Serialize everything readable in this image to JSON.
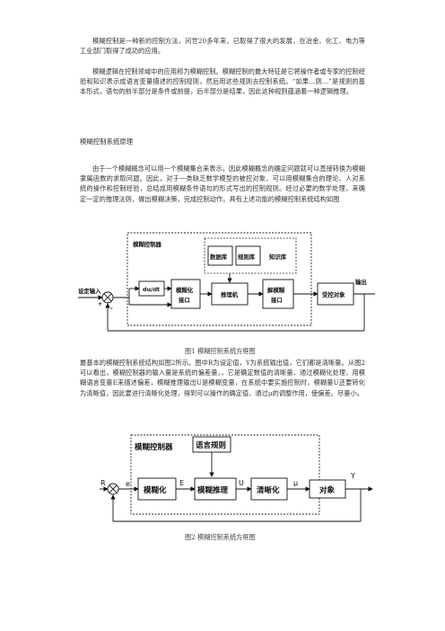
{
  "paragraphs": {
    "p1": "模糊控制是一种新的控制方法，问世20多年来，已取得了很大的发展，在冶金、化工、电力等工业部门取得了成功的应用。",
    "p2": "模糊逻辑在控制领域中的应用称为模糊控制。模糊控制的最大特征是它将操作者或专家的控制经验和知识表示成语言变量描述的控制规则，然后用这些规则去控制系统。“如果…则…”是规则的基本形式，语句的前半部分是条件或前提，后半部分是结果，因此这种规则蕴涵着一种逻辑推理。",
    "heading": "模糊控制系统原理",
    "p3": "由于一个模糊概念可以用一个模糊集合来表示，因此模糊概念的确定问题就可以直接转换为模糊隶属函数的求取问题。因此，对于一类缺乏数学模型的被控对象，可以用模糊集合的理论、人对系统的操作和控制经验，总结成用模糊条件语句的形式写出的控制规则。经过必要的数学处理，来确定一定的推理法则，做出模糊决策，完成控制动作。具有上述功能的模糊控制系统结构如图",
    "p4": "最基本的模糊控制系统结构如图2所示。图中R为设定值，Y为系统输出值，它们都是清晰量。从图2可以看出，模糊控制器的输入量是系统的偏差量，，它是确定数值的清晰量，通过模糊化处理，用模糊语言变量E来描述偏差，模糊推理输出U是模糊变量，在系统中要实施控制时，模糊量U还要转化为清晰值，因此要进行清晰化处理，得到可以操作的确定值，通过μ的调整作用，使偏差。尽量小。"
  },
  "figure1": {
    "caption": "图1  模糊控制系统方框图",
    "controller_title": "模糊控制器",
    "knowledge_base": "知识库",
    "database": "数据库",
    "rule_base": "规则库",
    "setpoint_input": "设定输入",
    "derivative": "du/dt",
    "fuzzify_l1": "模糊化",
    "fuzzify_l2": "接口",
    "inference": "推理机",
    "defuzz_l1": "解模糊",
    "defuzz_l2": "接口",
    "plant": "受控对象",
    "output": "输出",
    "plus_sign": "+",
    "minus_sign": "-"
  },
  "figure2": {
    "caption": "图2  模糊控制系统方框图",
    "controller_title": "模糊控制器",
    "language_rules": "语言规则",
    "fuzzify": "模糊化",
    "inference": "模糊推理",
    "defuzzify": "清晰化",
    "plant": "对象",
    "R": "R",
    "e": "e",
    "E": "E",
    "U": "U",
    "mu": "μ",
    "Y": "Y"
  }
}
